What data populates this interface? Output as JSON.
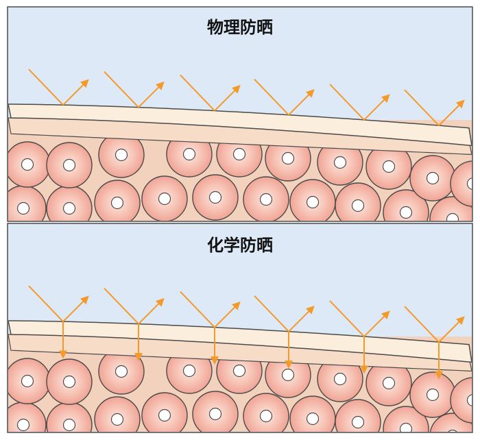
{
  "panels": [
    {
      "title": "物理防晒",
      "mode": "reflect"
    },
    {
      "title": "化学防晒",
      "mode": "absorb"
    }
  ],
  "colors": {
    "sky": "#dde9f7",
    "arrow": "#f39a2b",
    "border": "#4a4a4a",
    "sunscreen": "#fbeedd",
    "dermis": "#f3d2bd",
    "cell": "#f0a495",
    "nucleus": "#ffffff"
  }
}
